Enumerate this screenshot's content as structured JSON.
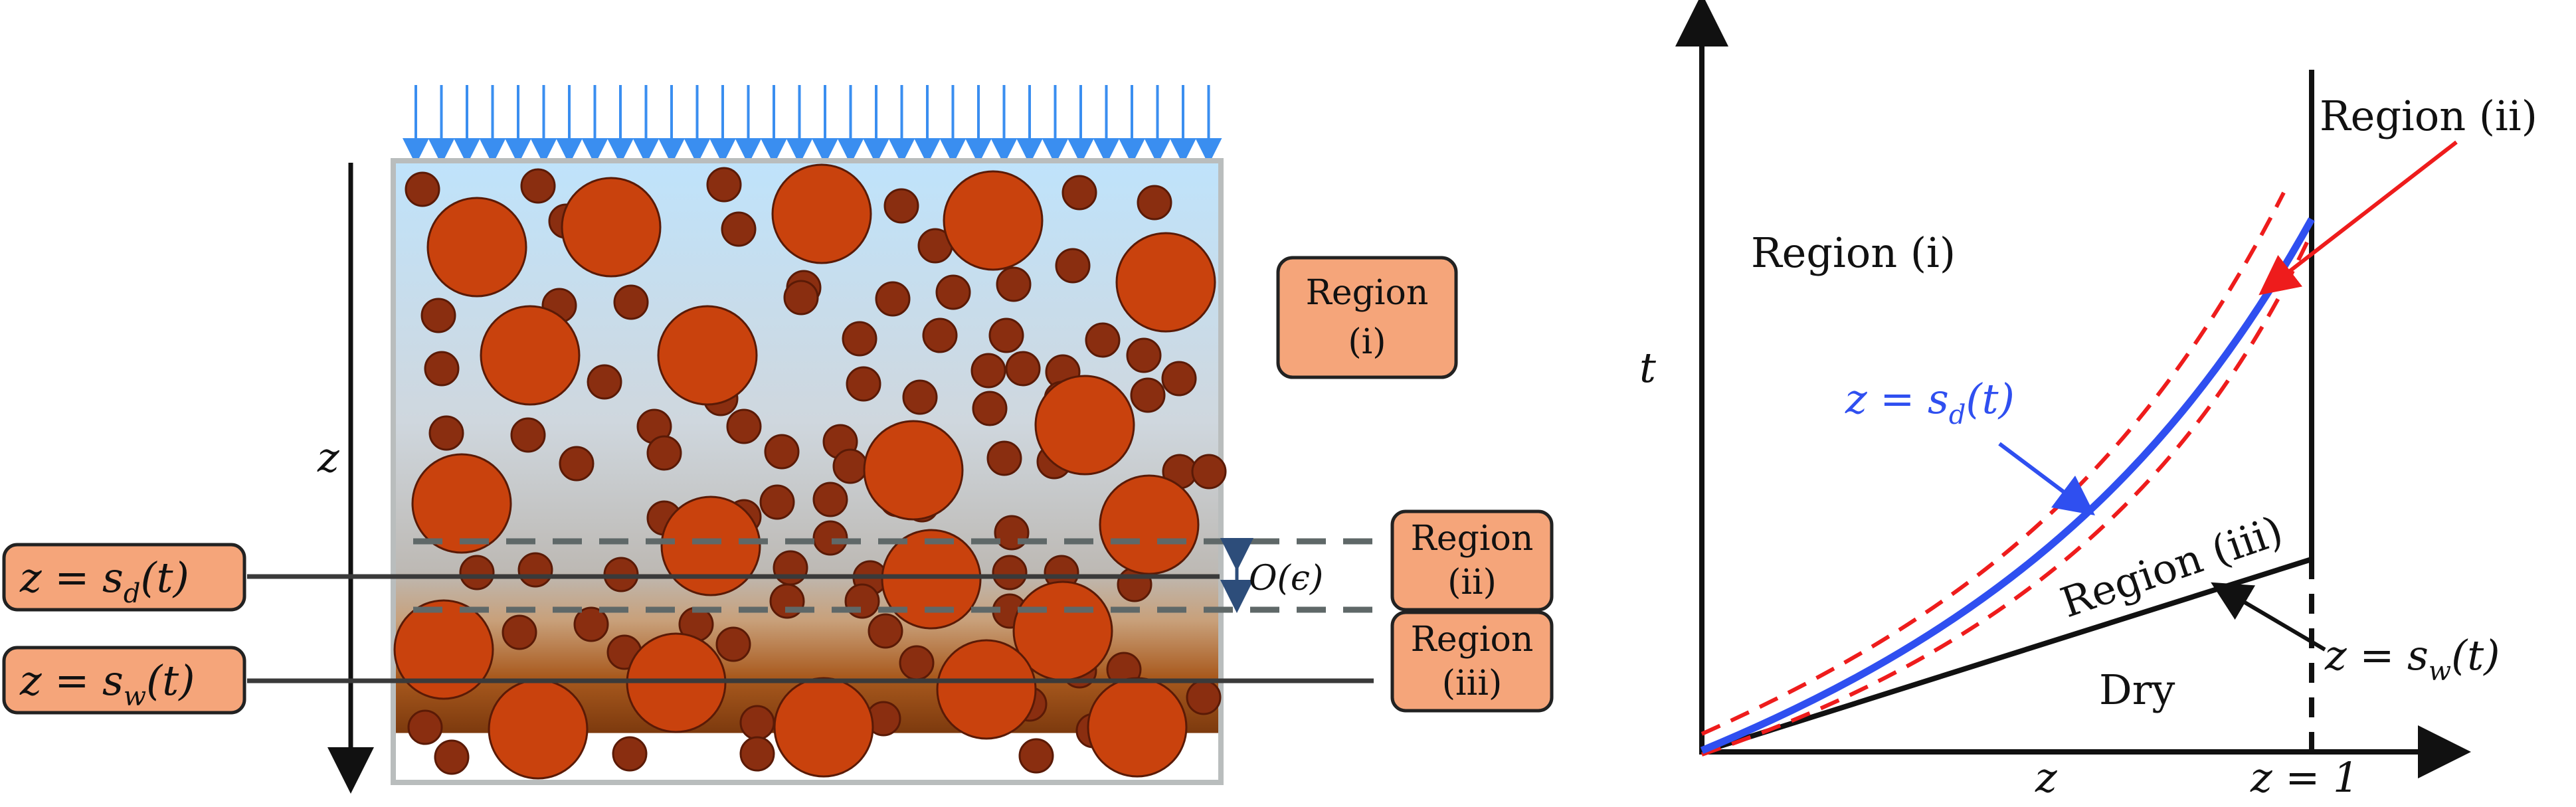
{
  "left_panel": {
    "z_axis_label": "z",
    "interface_drying": {
      "lhs": "z = s",
      "sub": "d",
      "rhs": "(t)"
    },
    "interface_wetting": {
      "lhs": "z = s",
      "sub": "w",
      "rhs": "(t)"
    },
    "boundary_layer_label": "O(ϵ)",
    "regions": [
      {
        "line1": "Region",
        "line2": "(i)"
      },
      {
        "line1": "Region",
        "line2": "(ii)"
      },
      {
        "line1": "Region",
        "line2": "(iii)"
      }
    ]
  },
  "right_panel": {
    "t_axis_label": "t",
    "z_axis_label": "z",
    "z_eq_one": "z = 1",
    "region_i": "Region (i)",
    "region_ii": "Region (ii)",
    "region_iii": "Region (iii)",
    "dry": "Dry",
    "sd_curve": {
      "lhs": "z = s",
      "sub": "d",
      "rhs": "(t)"
    },
    "sw_curve": {
      "lhs": "z = s",
      "sub": "w",
      "rhs": "(t)"
    }
  },
  "colors": {
    "particle_large": "#c9420d",
    "particle_small": "#8a2e10",
    "label_box": "#f5a57a",
    "sd_curve": "#2f4ff0",
    "dashed_curve": "#ee1c1c",
    "flux_arrows": "#3a8ef0"
  }
}
